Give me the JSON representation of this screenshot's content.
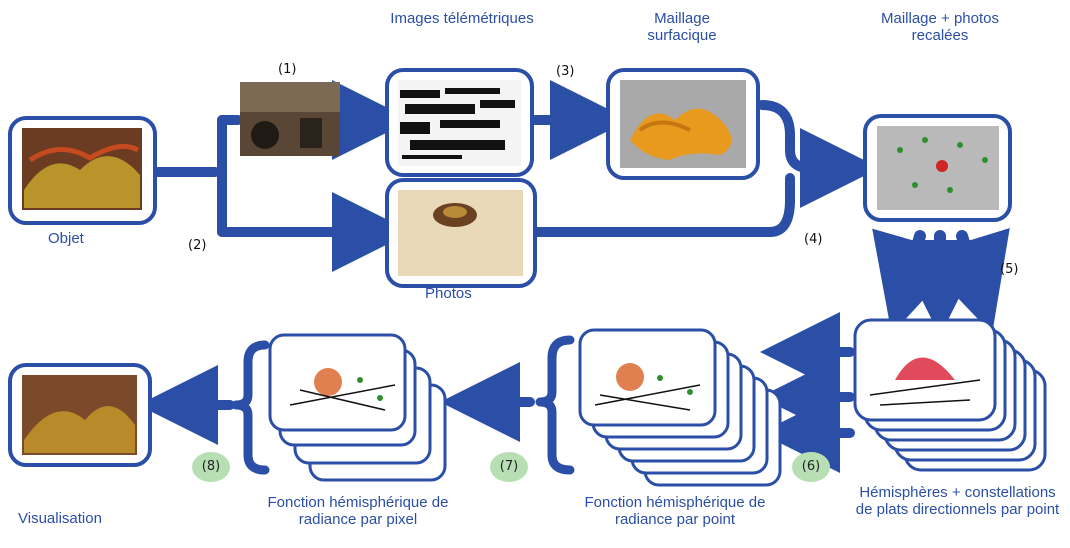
{
  "labels": {
    "objet": "Objet",
    "images_telemetriques": "Images télémétriques",
    "maillage_surfacique": "Maillage surfacique",
    "maillage_photos": "Maillage + photos recalées",
    "photos": "Photos",
    "hemispheres": "Hémisphères + constellations de plats directionnels par point",
    "fonction_point": "Fonction hémisphérique de radiance par point",
    "fonction_pixel": "Fonction hémisphérique de radiance par pixel",
    "visualisation": "Visualisation"
  },
  "steps": {
    "s1": "(1)",
    "s2": "(2)",
    "s3": "(3)",
    "s4": "(4)",
    "s5": "(5)",
    "s6": "(6)",
    "s7": "(7)",
    "s8": "(8)"
  },
  "colors": {
    "accent": "#2b4fa6",
    "badge": "#b7dfb3"
  }
}
